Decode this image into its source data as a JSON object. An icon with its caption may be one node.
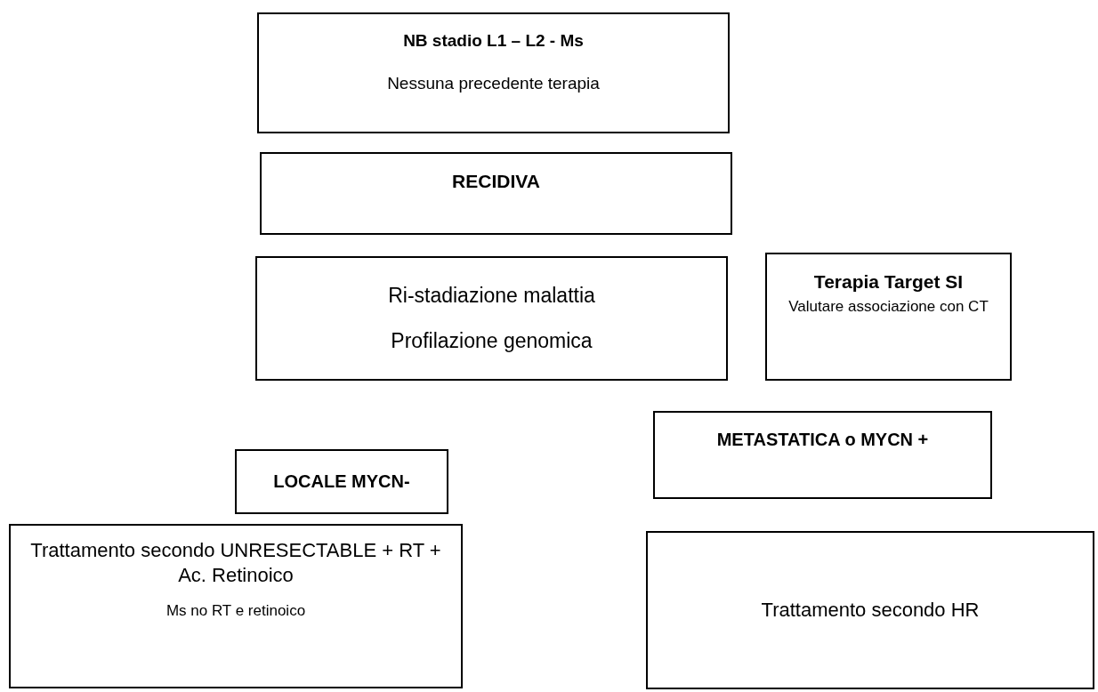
{
  "diagram": {
    "nodes": [
      {
        "text": [
          "NB stadio L1 – L2 - Ms",
          "Nessuna precedente terapia"
        ]
      },
      {
        "text": [
          "RECIDIVA"
        ]
      },
      {
        "text": [
          "Ri-stadiazione malattia",
          "Profilazione genomica"
        ]
      },
      {
        "text": [
          "Terapia Target SI",
          "Valutare associazione con CT"
        ]
      },
      {
        "text": [
          "LOCALE MYCN-"
        ]
      },
      {
        "text": [
          "METASTATICA o MYCN +"
        ]
      },
      {
        "text": [
          "Trattamento secondo UNRESECTABLE + RT + Ac. Retinoico",
          "Ms no RT e retinoico"
        ]
      },
      {
        "text": [
          "Trattamento secondo HR"
        ]
      }
    ]
  }
}
